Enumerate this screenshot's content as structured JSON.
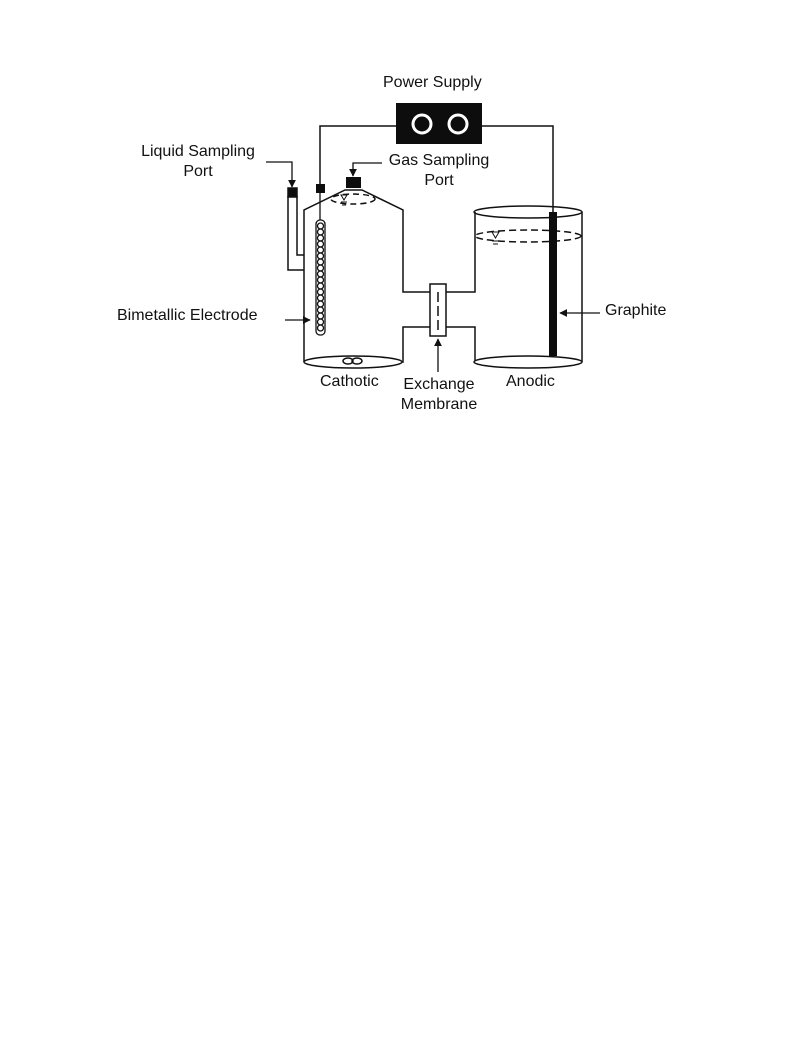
{
  "labels": {
    "power_supply": "Power Supply",
    "liquid_port_line1": "Liquid Sampling",
    "liquid_port_line2": "Port",
    "gas_port_line1": "Gas Sampling",
    "gas_port_line2": "Port",
    "bimetallic_electrode": "Bimetallic Electrode",
    "graphite": "Graphite",
    "cathotic": "Cathotic",
    "exchange_line1": "Exchange",
    "exchange_line2": "Membrane",
    "anodic": "Anodic"
  },
  "colors": {
    "stroke": "#111111",
    "fill_dark": "#0d0d0d",
    "background": "#ffffff"
  }
}
